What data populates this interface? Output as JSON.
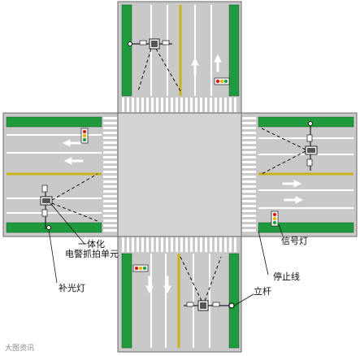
{
  "labels": {
    "integrated_unit_line1": "一体化",
    "integrated_unit_line2": "电警抓拍单元",
    "fill_light": "补光灯",
    "signal_light": "信号灯",
    "stop_line": "停止线",
    "pole": "立杆"
  },
  "watermark": "大图资讯",
  "colors": {
    "road": "#c9c9c9",
    "road_outline": "#6a6a6a",
    "intersection": "#d3d3d3",
    "median_green": "#1f9a3c",
    "center_line": "#c9b21a",
    "lane_line": "#ffffff",
    "crosswalk": "#ffffff",
    "signal_red": "#d32020",
    "signal_yellow": "#e0b400",
    "signal_green": "#20a040"
  },
  "icons": {
    "lane_arrow": "arrow-icon",
    "camera": "camera-icon",
    "fill_light": "fill-light-icon",
    "traffic_signal": "traffic-signal-icon",
    "pole": "pole-icon"
  }
}
